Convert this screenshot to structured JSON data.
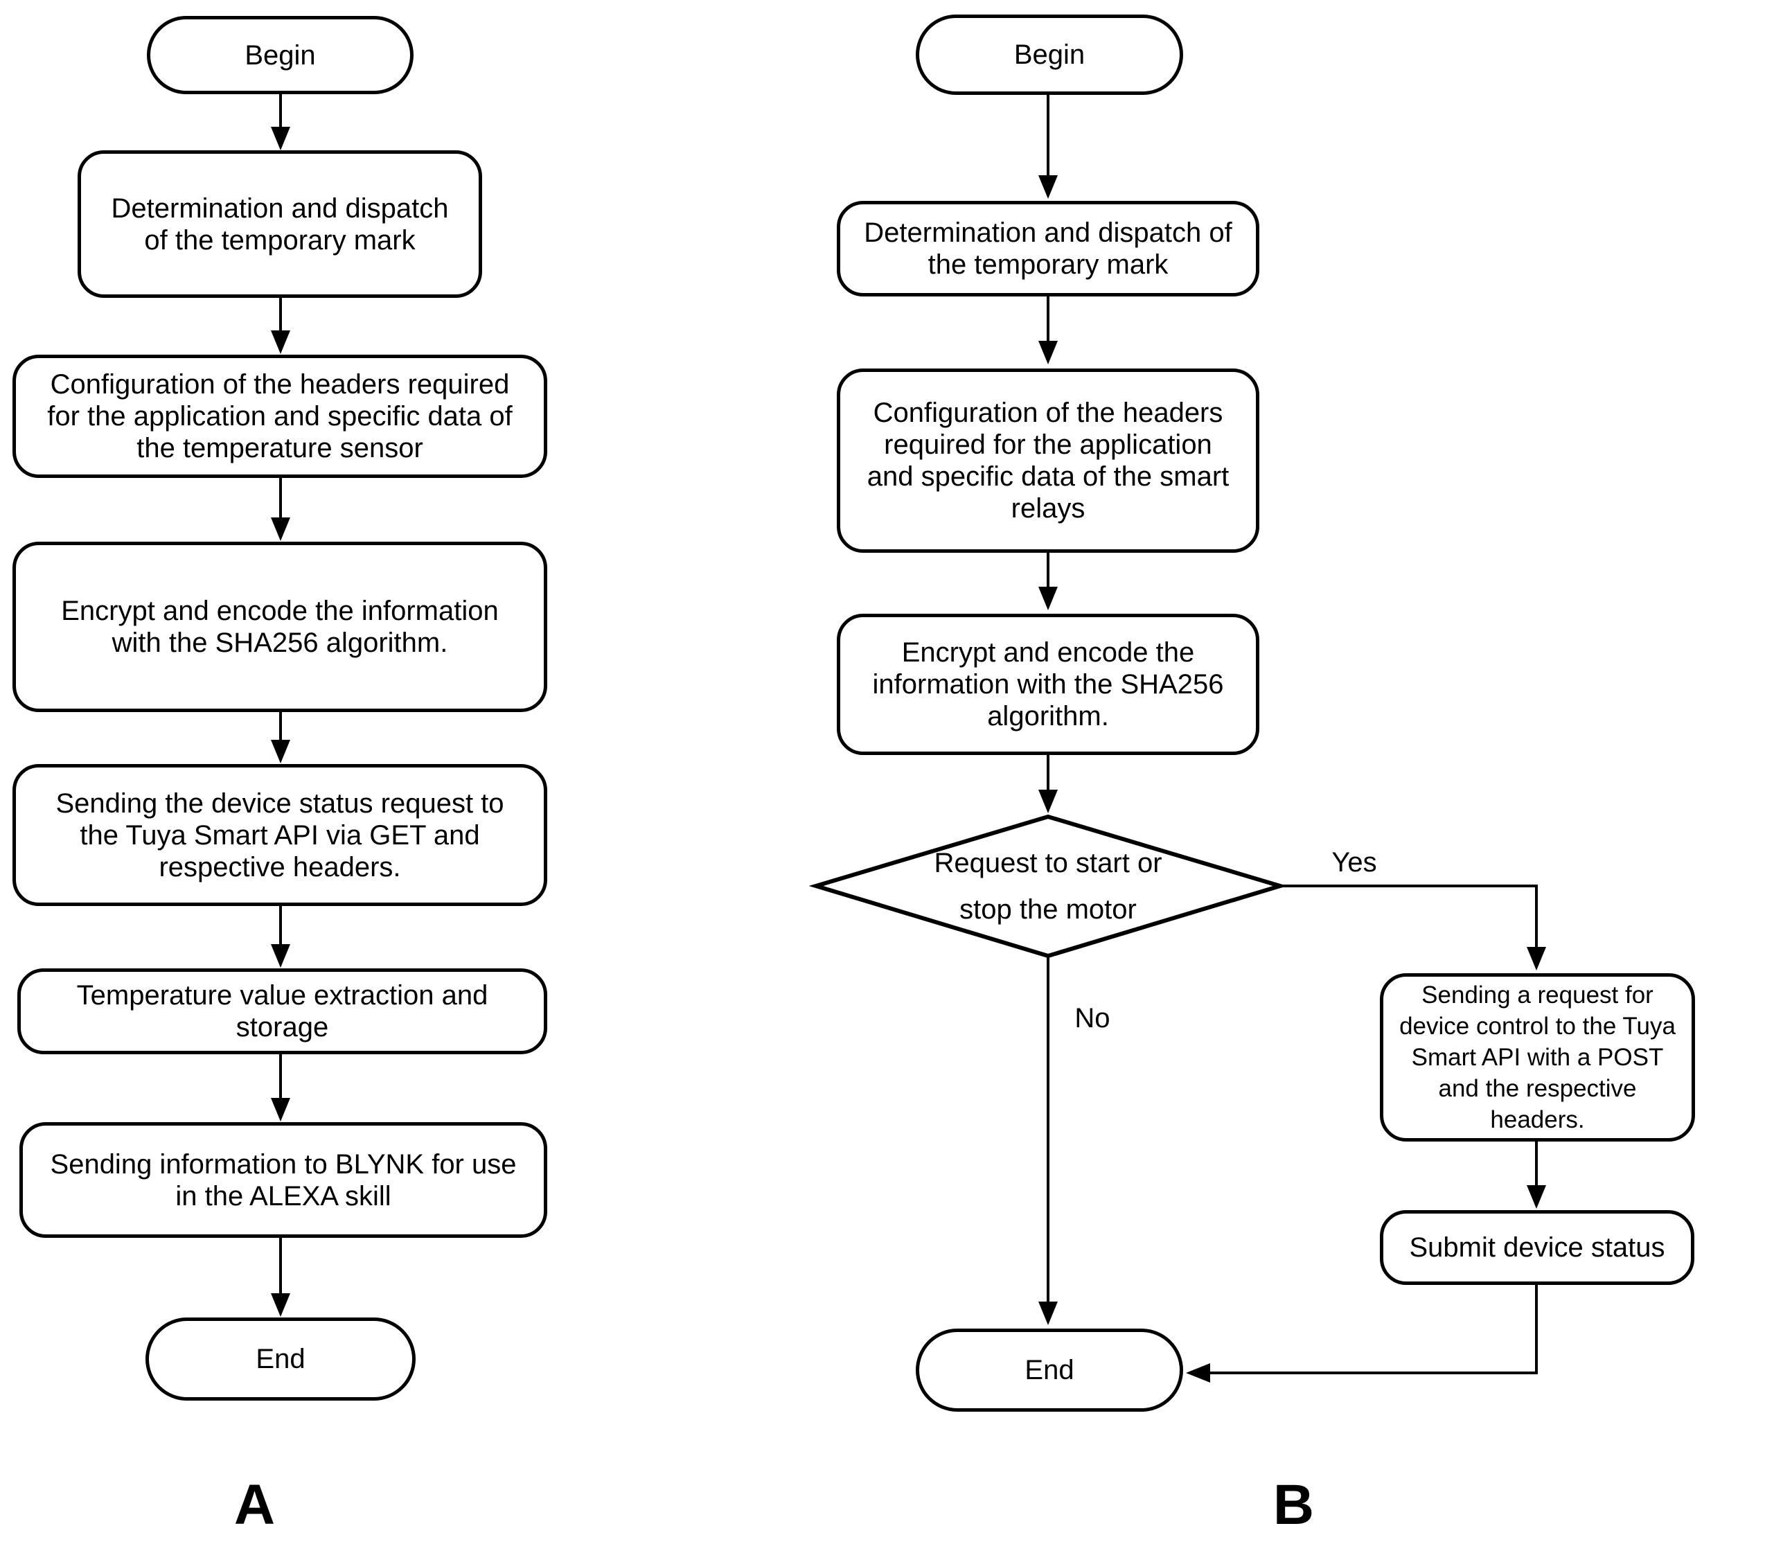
{
  "colors": {
    "stroke": "#000000",
    "background": "#ffffff"
  },
  "flowchart_a": {
    "label": "A",
    "begin": "Begin",
    "det_lines": [
      "Determination and dispatch",
      "of the temporary mark"
    ],
    "cfg_lines": [
      "Configuration of the headers required",
      "for the application and specific data of",
      "the temperature sensor"
    ],
    "enc_lines": [
      "Encrypt and encode the information",
      "with the SHA256 algorithm."
    ],
    "get_lines": [
      "Sending the device status request to",
      "the Tuya Smart API via GET and",
      "respective headers."
    ],
    "temp_lines": [
      "Temperature value extraction and",
      "storage"
    ],
    "blynk_lines": [
      "Sending information to BLYNK for use",
      "in the ALEXA skill"
    ],
    "end": "End"
  },
  "flowchart_b": {
    "label": "B",
    "begin": "Begin",
    "det_lines": [
      "Determination and dispatch of",
      "the temporary mark"
    ],
    "cfg_lines": [
      "Configuration of the headers",
      "required for the application",
      "and specific data of the smart",
      "relays"
    ],
    "enc_lines": [
      "Encrypt and encode the",
      "information with the SHA256",
      "algorithm."
    ],
    "decision_lines": [
      "Request to start or",
      "stop the motor"
    ],
    "yes_label": "Yes",
    "no_label": "No",
    "post_lines": [
      "Sending a request for",
      "device control to the Tuya",
      "Smart API with a POST",
      "and the respective",
      "headers."
    ],
    "submit": "Submit device status",
    "end": "End"
  }
}
